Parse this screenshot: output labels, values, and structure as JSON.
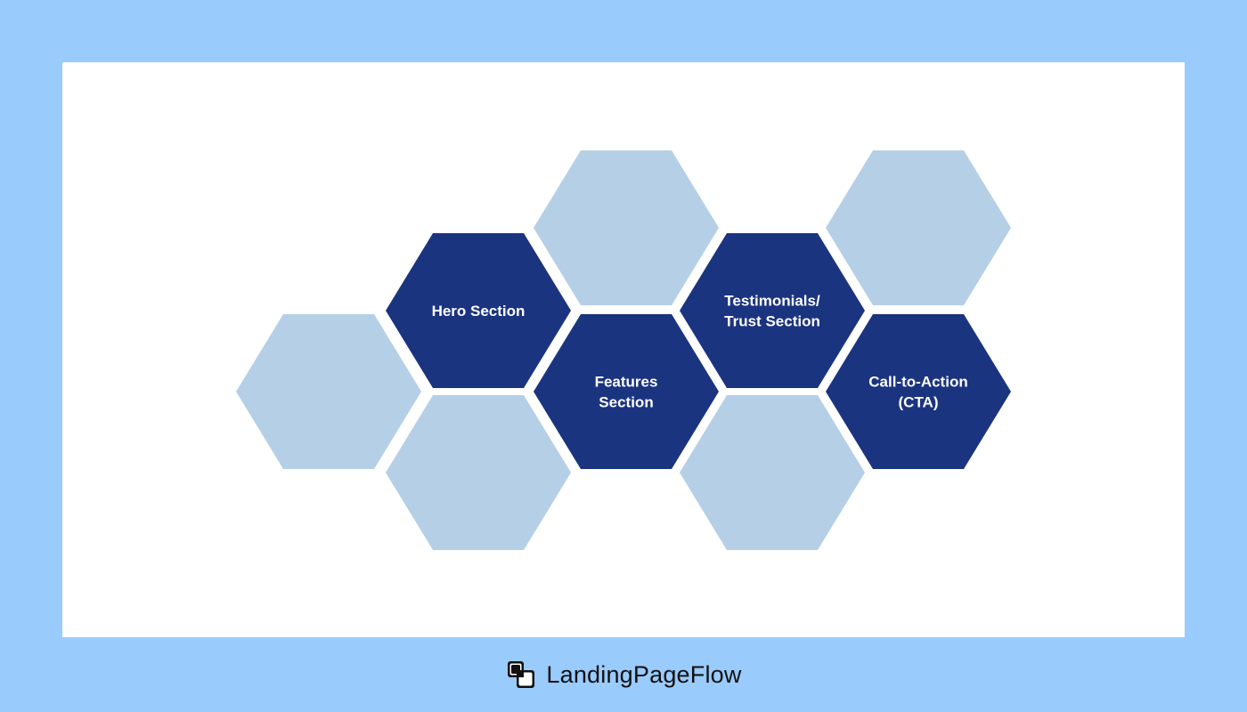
{
  "colors": {
    "outer_background": "#99cbfd",
    "canvas_background": "#ffffff",
    "hex_active": "#1b3480",
    "hex_inactive": "#b5cfe7",
    "label_text": "#ffffff",
    "brand_text": "#111111"
  },
  "hexagons": [
    {
      "id": "hex-left",
      "active": false,
      "lines": []
    },
    {
      "id": "hero-section",
      "active": true,
      "lines": [
        "Hero Section"
      ]
    },
    {
      "id": "hex-bottom-left",
      "active": false,
      "lines": []
    },
    {
      "id": "hex-top-center",
      "active": false,
      "lines": []
    },
    {
      "id": "features-section",
      "active": true,
      "lines": [
        "Features",
        "Section"
      ]
    },
    {
      "id": "testimonials-trust-section",
      "active": true,
      "lines": [
        "Testimonials/",
        "Trust Section"
      ]
    },
    {
      "id": "hex-bottom-right",
      "active": false,
      "lines": []
    },
    {
      "id": "hex-top-right",
      "active": false,
      "lines": []
    },
    {
      "id": "call-to-action",
      "active": true,
      "lines": [
        "Call-to-Action",
        "(CTA)"
      ]
    }
  ],
  "footer": {
    "brand_name": "LandingPageFlow",
    "logo_icon": "stacked-squares-logo"
  }
}
